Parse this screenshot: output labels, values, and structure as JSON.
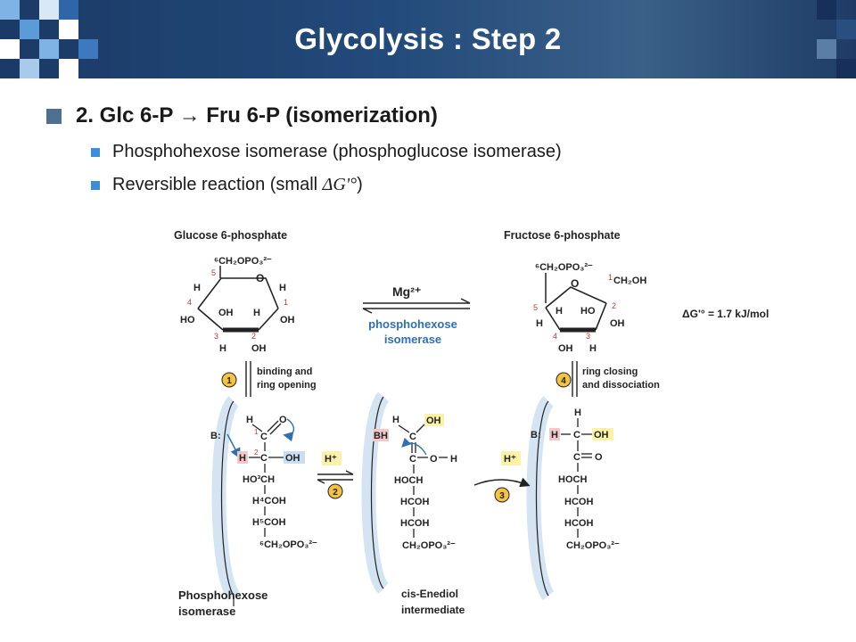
{
  "slide": {
    "title": "Glycolysis : Step 2"
  },
  "bullets": {
    "main": {
      "prefix": "2. Glc 6-P ",
      "arrow": "→",
      "suffix": " Fru 6-P (isomerization)"
    },
    "sub": [
      {
        "text": "Phosphohexose isomerase (phosphoglucose isomerase)"
      },
      {
        "prefix": "Reversible reaction (small ",
        "symbol": "ΔG'°",
        "suffix": ")"
      }
    ]
  },
  "figure": {
    "glucose_label": "Glucose 6-phosphate",
    "fructose_label": "Fructose 6-phosphate",
    "cofactor": "Mg²⁺",
    "enzyme_line1": "phosphohexose",
    "enzyme_line2": "isomerase",
    "delta_g": "ΔG'° = 1.7 kJ/mol",
    "step1_num": "1",
    "step1_line1": "binding and",
    "step1_line2": "ring opening",
    "step2_num": "2",
    "step3_num": "3",
    "step4_num": "4",
    "step4_line1": "ring closing",
    "step4_line2": "and dissociation",
    "h_plus": "H⁺",
    "base": "B:",
    "base_h": "BH",
    "enzyme_bottom_line1": "Phosphohexose",
    "enzyme_bottom_line2": "isomerase",
    "intermediate_line1": "cis-Enediol",
    "intermediate_line2": "intermediate"
  },
  "colors": {
    "header_dark": "#1b3a66",
    "enzyme_blue": "#2f6fb3",
    "highlight_red": "#f3c8c8",
    "highlight_blue": "#c9def2",
    "highlight_yellow": "#fbf2a8",
    "step_circle": "#f5c342"
  }
}
